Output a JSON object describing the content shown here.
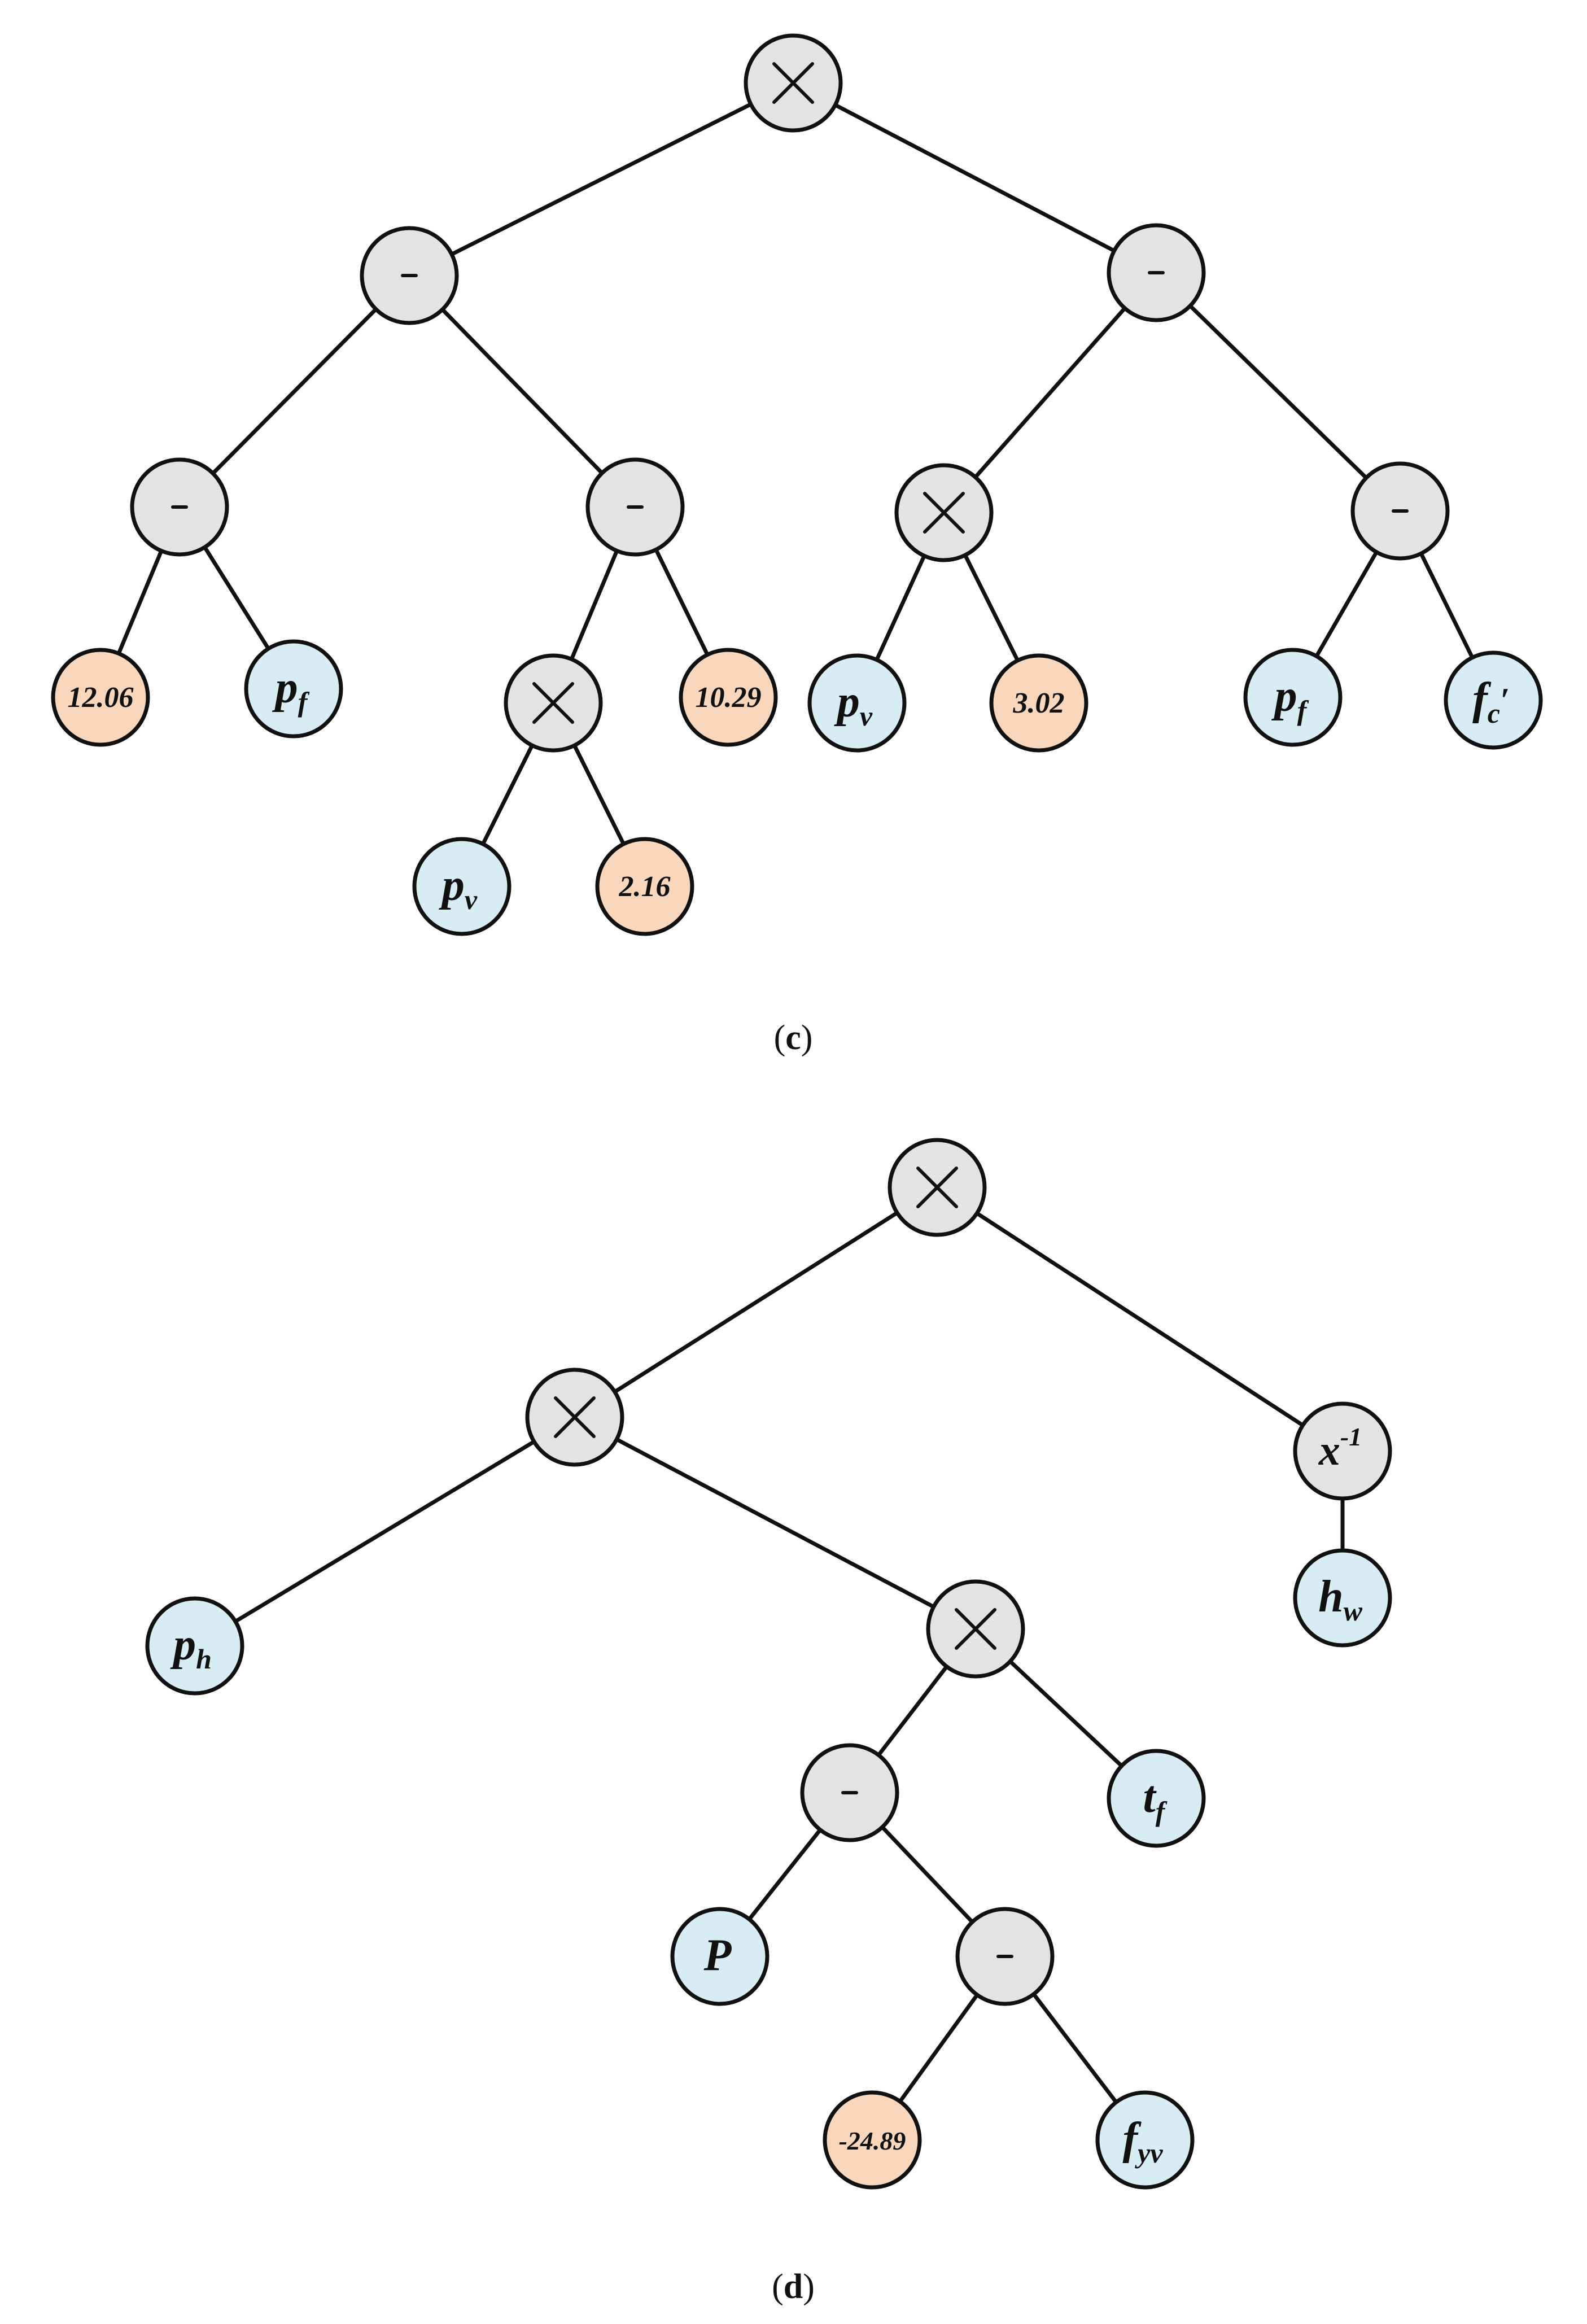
{
  "colors": {
    "operator_fill": "#e3e3e3",
    "variable_fill": "#d7ecf3",
    "constant_fill": "#f9d7bd",
    "stroke": "#111111"
  },
  "trees": [
    {
      "caption": {
        "open": "(",
        "letter": "c",
        "close": ")"
      },
      "nodes": [
        {
          "id": "c1",
          "kind": "op",
          "op": "times"
        },
        {
          "id": "c2",
          "kind": "op",
          "op": "minus"
        },
        {
          "id": "c3",
          "kind": "op",
          "op": "minus"
        },
        {
          "id": "c4",
          "kind": "op",
          "op": "minus"
        },
        {
          "id": "c5",
          "kind": "op",
          "op": "minus"
        },
        {
          "id": "c6",
          "kind": "const",
          "text": "12.06"
        },
        {
          "id": "c7",
          "kind": "var",
          "base": "p",
          "sub": "f"
        },
        {
          "id": "c8",
          "kind": "op",
          "op": "times"
        },
        {
          "id": "c9",
          "kind": "const",
          "text": "10.29"
        },
        {
          "id": "c10",
          "kind": "var",
          "base": "p",
          "sub": "v"
        },
        {
          "id": "c11",
          "kind": "const",
          "text": "2.16"
        },
        {
          "id": "c12",
          "kind": "op",
          "op": "times"
        },
        {
          "id": "c13",
          "kind": "op",
          "op": "minus"
        },
        {
          "id": "c14",
          "kind": "var",
          "base": "p",
          "sub": "v"
        },
        {
          "id": "c15",
          "kind": "const",
          "text": "3.02"
        },
        {
          "id": "c16",
          "kind": "var",
          "base": "p",
          "sub": "f"
        },
        {
          "id": "c17",
          "kind": "var",
          "base": "f",
          "sub": "c",
          "prime": "′"
        }
      ],
      "edges": [
        [
          "c1",
          "c2"
        ],
        [
          "c1",
          "c3"
        ],
        [
          "c2",
          "c4"
        ],
        [
          "c2",
          "c5"
        ],
        [
          "c4",
          "c6"
        ],
        [
          "c4",
          "c7"
        ],
        [
          "c5",
          "c8"
        ],
        [
          "c5",
          "c9"
        ],
        [
          "c8",
          "c10"
        ],
        [
          "c8",
          "c11"
        ],
        [
          "c3",
          "c12"
        ],
        [
          "c3",
          "c13"
        ],
        [
          "c12",
          "c14"
        ],
        [
          "c12",
          "c15"
        ],
        [
          "c13",
          "c16"
        ],
        [
          "c13",
          "c17"
        ]
      ]
    },
    {
      "caption": {
        "open": "(",
        "letter": "d",
        "close": ")"
      },
      "nodes": [
        {
          "id": "d1",
          "kind": "op",
          "op": "times"
        },
        {
          "id": "d2",
          "kind": "op",
          "op": "times"
        },
        {
          "id": "d3",
          "kind": "op",
          "op": "inverse",
          "base": "x",
          "sup": "-1"
        },
        {
          "id": "d4",
          "kind": "var",
          "base": "p",
          "sub": "h"
        },
        {
          "id": "d5",
          "kind": "op",
          "op": "times"
        },
        {
          "id": "d6",
          "kind": "var",
          "base": "h",
          "sub": "w"
        },
        {
          "id": "d7",
          "kind": "op",
          "op": "minus"
        },
        {
          "id": "d8",
          "kind": "var",
          "base": "t",
          "sub": "f"
        },
        {
          "id": "d9",
          "kind": "var",
          "base": "P"
        },
        {
          "id": "d10",
          "kind": "op",
          "op": "minus"
        },
        {
          "id": "d11",
          "kind": "const",
          "text": "-24.89"
        },
        {
          "id": "d12",
          "kind": "var",
          "base": "f",
          "sub": "yv"
        }
      ],
      "edges": [
        [
          "d1",
          "d2"
        ],
        [
          "d1",
          "d3"
        ],
        [
          "d2",
          "d4"
        ],
        [
          "d2",
          "d5"
        ],
        [
          "d3",
          "d6"
        ],
        [
          "d5",
          "d7"
        ],
        [
          "d5",
          "d8"
        ],
        [
          "d7",
          "d9"
        ],
        [
          "d7",
          "d10"
        ],
        [
          "d10",
          "d11"
        ],
        [
          "d10",
          "d12"
        ]
      ]
    }
  ]
}
